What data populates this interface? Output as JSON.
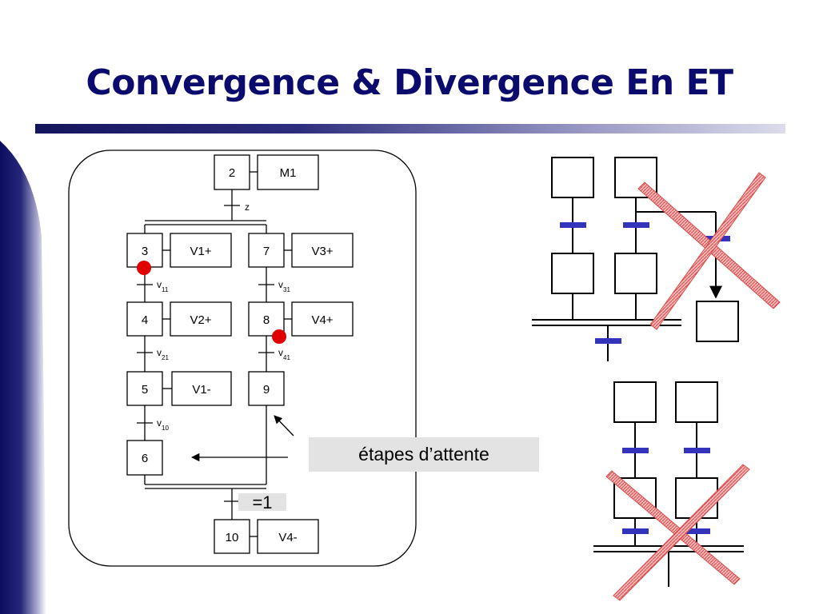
{
  "title": "Convergence & Divergence En ET",
  "grafcet": {
    "steps": [
      "2",
      "3",
      "4",
      "5",
      "6",
      "7",
      "8",
      "9",
      "10"
    ],
    "actions": [
      "M1",
      "V1+",
      "V2+",
      "V1-",
      "V3+",
      "V4+",
      "V4-"
    ],
    "transitions": [
      {
        "var": "z",
        "sub": ""
      },
      {
        "var": "v",
        "sub": "11"
      },
      {
        "var": "v",
        "sub": "21"
      },
      {
        "var": "v",
        "sub": "10"
      },
      {
        "var": "v",
        "sub": "31"
      },
      {
        "var": "v",
        "sub": "41"
      }
    ],
    "final_condition": "=1",
    "callout": "étapes d’attente",
    "marker_color": "#e00000"
  },
  "wrong_examples": {
    "count": 2,
    "cross_color": "#e05a5a",
    "transition_color": "#3333bb"
  }
}
